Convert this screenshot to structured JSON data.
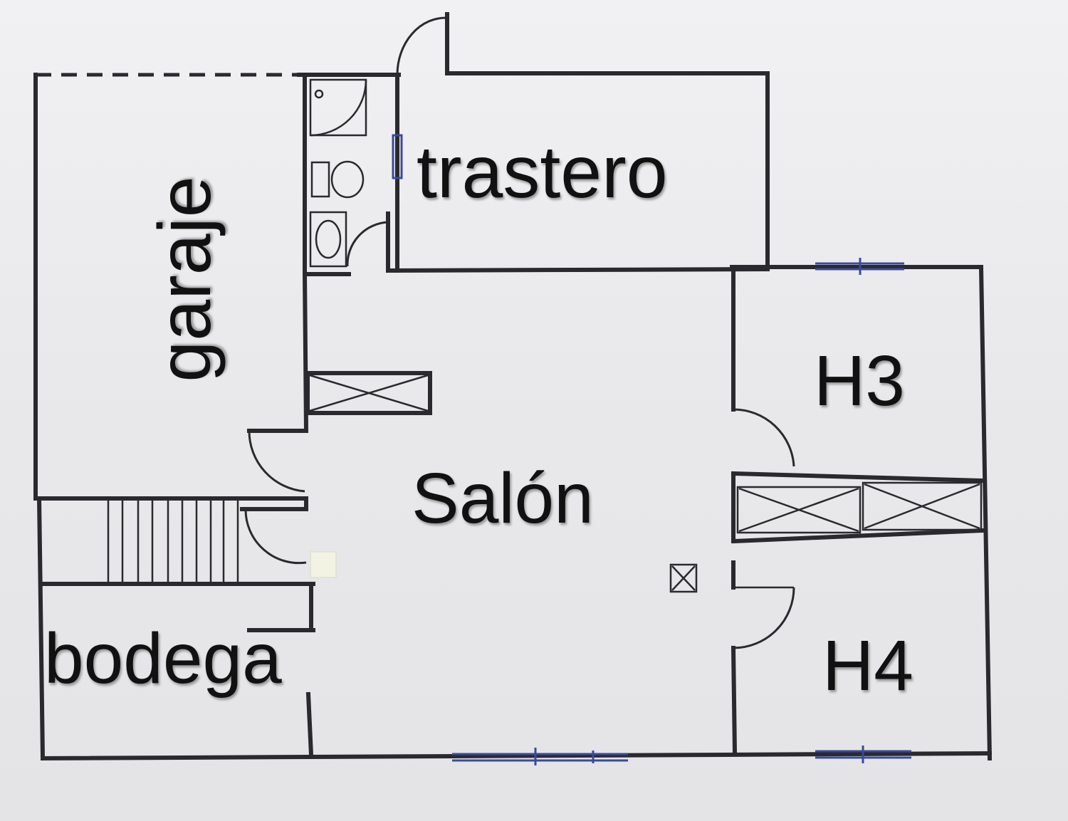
{
  "rooms": {
    "garaje": "garaje",
    "trastero": "trastero",
    "salon": "Salón",
    "h3": "H3",
    "h4": "H4",
    "bodega": "bodega"
  }
}
